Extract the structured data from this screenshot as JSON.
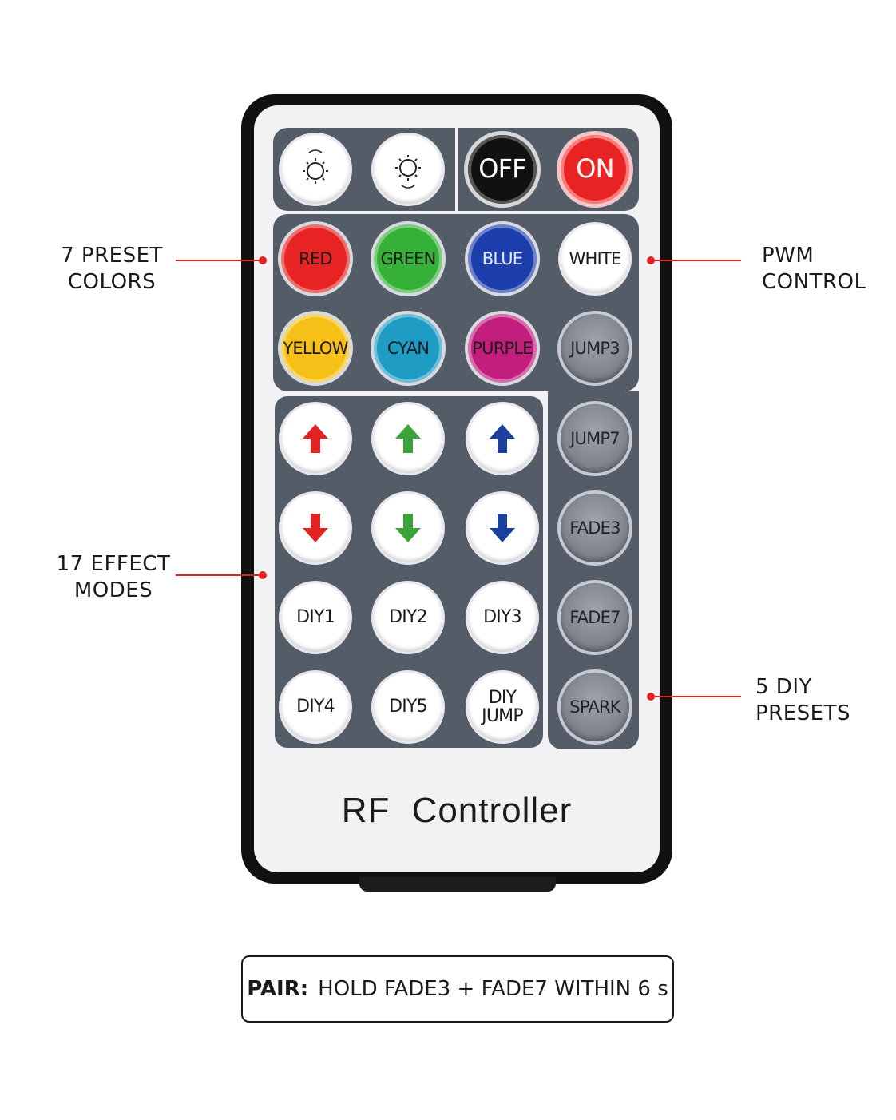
{
  "remote": {
    "title": "RF Controller",
    "brightness_buttons": [
      {
        "icon": "brightness-down-icon"
      },
      {
        "icon": "brightness-up-icon"
      }
    ],
    "power_buttons": [
      {
        "label": "OFF",
        "color": "#111111"
      },
      {
        "label": "ON",
        "color": "#e82323"
      }
    ],
    "color_buttons": [
      {
        "label": "RED",
        "color": "#e82323"
      },
      {
        "label": "GREEN",
        "color": "#36b138"
      },
      {
        "label": "BLUE",
        "color": "#1d3fae"
      },
      {
        "label": "WHITE",
        "color": "#ffffff"
      },
      {
        "label": "YELLOW",
        "color": "#f6c018"
      },
      {
        "label": "CYAN",
        "color": "#1f9cc4"
      },
      {
        "label": "PURPLE",
        "color": "#c21e7e"
      }
    ],
    "arrow_buttons": [
      {
        "icon": "red-up-arrow-icon",
        "color": "#e32222"
      },
      {
        "icon": "green-up-arrow-icon",
        "color": "#3aa43a"
      },
      {
        "icon": "blue-up-arrow-icon",
        "color": "#1a3f9e"
      },
      {
        "icon": "red-down-arrow-icon",
        "color": "#e32222"
      },
      {
        "icon": "green-down-arrow-icon",
        "color": "#3aa43a"
      },
      {
        "icon": "blue-down-arrow-icon",
        "color": "#1a3f9e"
      }
    ],
    "diy_buttons": [
      {
        "label": "DIY1"
      },
      {
        "label": "DIY2"
      },
      {
        "label": "DIY3"
      },
      {
        "label": "DIY4"
      },
      {
        "label": "DIY5"
      },
      {
        "label_line1": "DIY",
        "label_line2": "JUMP"
      }
    ],
    "mode_buttons": [
      {
        "label": "JUMP3"
      },
      {
        "label": "JUMP7"
      },
      {
        "label": "FADE3"
      },
      {
        "label": "FADE7"
      },
      {
        "label": "SPARK"
      }
    ]
  },
  "callouts": {
    "preset_colors": {
      "line1": "7 PRESET",
      "line2": "COLORS"
    },
    "pwm_control": {
      "line1": "PWM",
      "line2": "CONTROL"
    },
    "effect_modes": {
      "line1": "17 EFFECT",
      "line2": "MODES"
    },
    "diy_presets": {
      "line1": "5 DIY",
      "line2": "PRESETS"
    },
    "pointer_color": "#e52222"
  },
  "pairing": {
    "label": "PAIR:",
    "text": "HOLD FADE3 + FADE7 WITHIN 6 s"
  }
}
